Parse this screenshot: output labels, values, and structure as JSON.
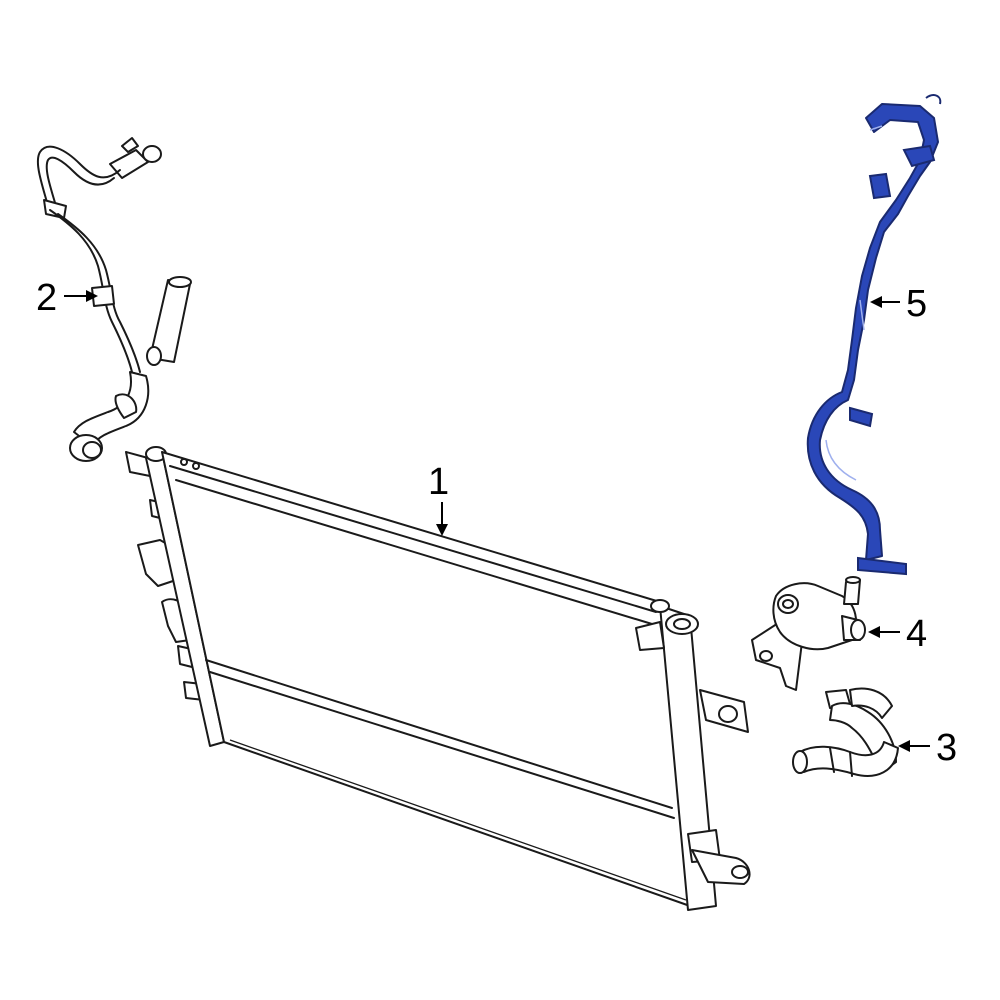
{
  "diagram": {
    "callouts": [
      {
        "id": "1",
        "label": "1"
      },
      {
        "id": "2",
        "label": "2"
      },
      {
        "id": "3",
        "label": "3"
      },
      {
        "id": "4",
        "label": "4"
      },
      {
        "id": "5",
        "label": "5"
      }
    ],
    "highlight_color": "#2a47b8",
    "highlighted_part": "5",
    "line_color": "#1a1a1a",
    "background": "#ffffff"
  }
}
